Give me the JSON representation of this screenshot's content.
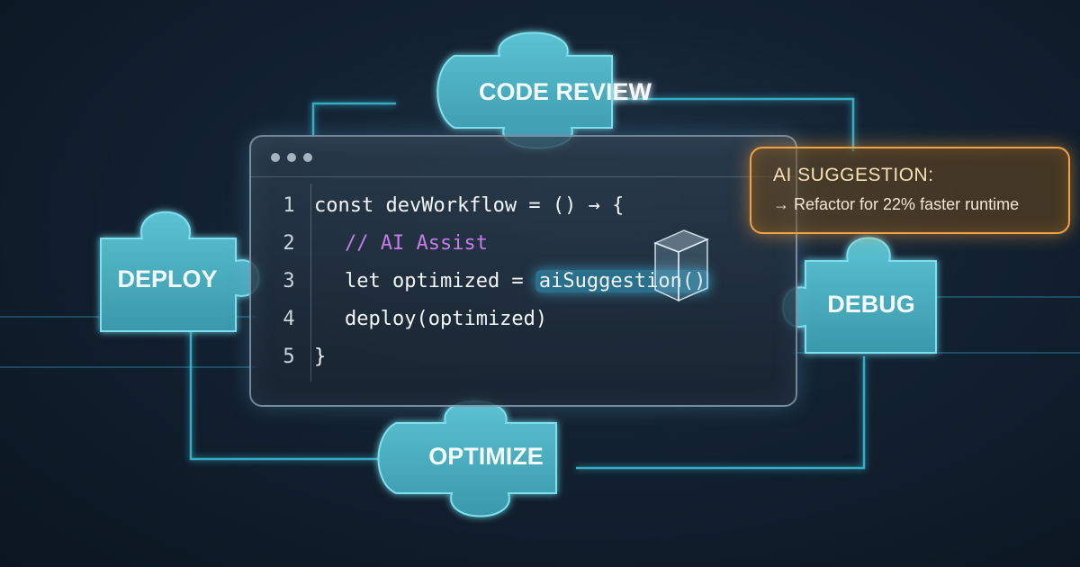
{
  "puzzle_pieces": {
    "code_review": "CODE REVIEW",
    "deploy": "DEPLOY",
    "debug": "DEBUG",
    "optimize": "OPTIMIZE"
  },
  "editor": {
    "line_numbers": [
      "1",
      "2",
      "3",
      "4",
      "5"
    ],
    "line1": "const devWorkflow = () → {",
    "line2": "// AI Assist",
    "line3_prefix": "let optimized = ",
    "line3_highlight": "aiSuggestion()",
    "line4": "deploy(optimized)",
    "line5": "}"
  },
  "suggestion": {
    "title": "AI SUGGESTION:",
    "body": "→ Refactor for 22% faster runtime"
  },
  "colors": {
    "piece": "#48aebf",
    "accent_cyan": "#3cc4e0",
    "suggestion_border": "#f0a346",
    "comment": "#c77be8"
  }
}
